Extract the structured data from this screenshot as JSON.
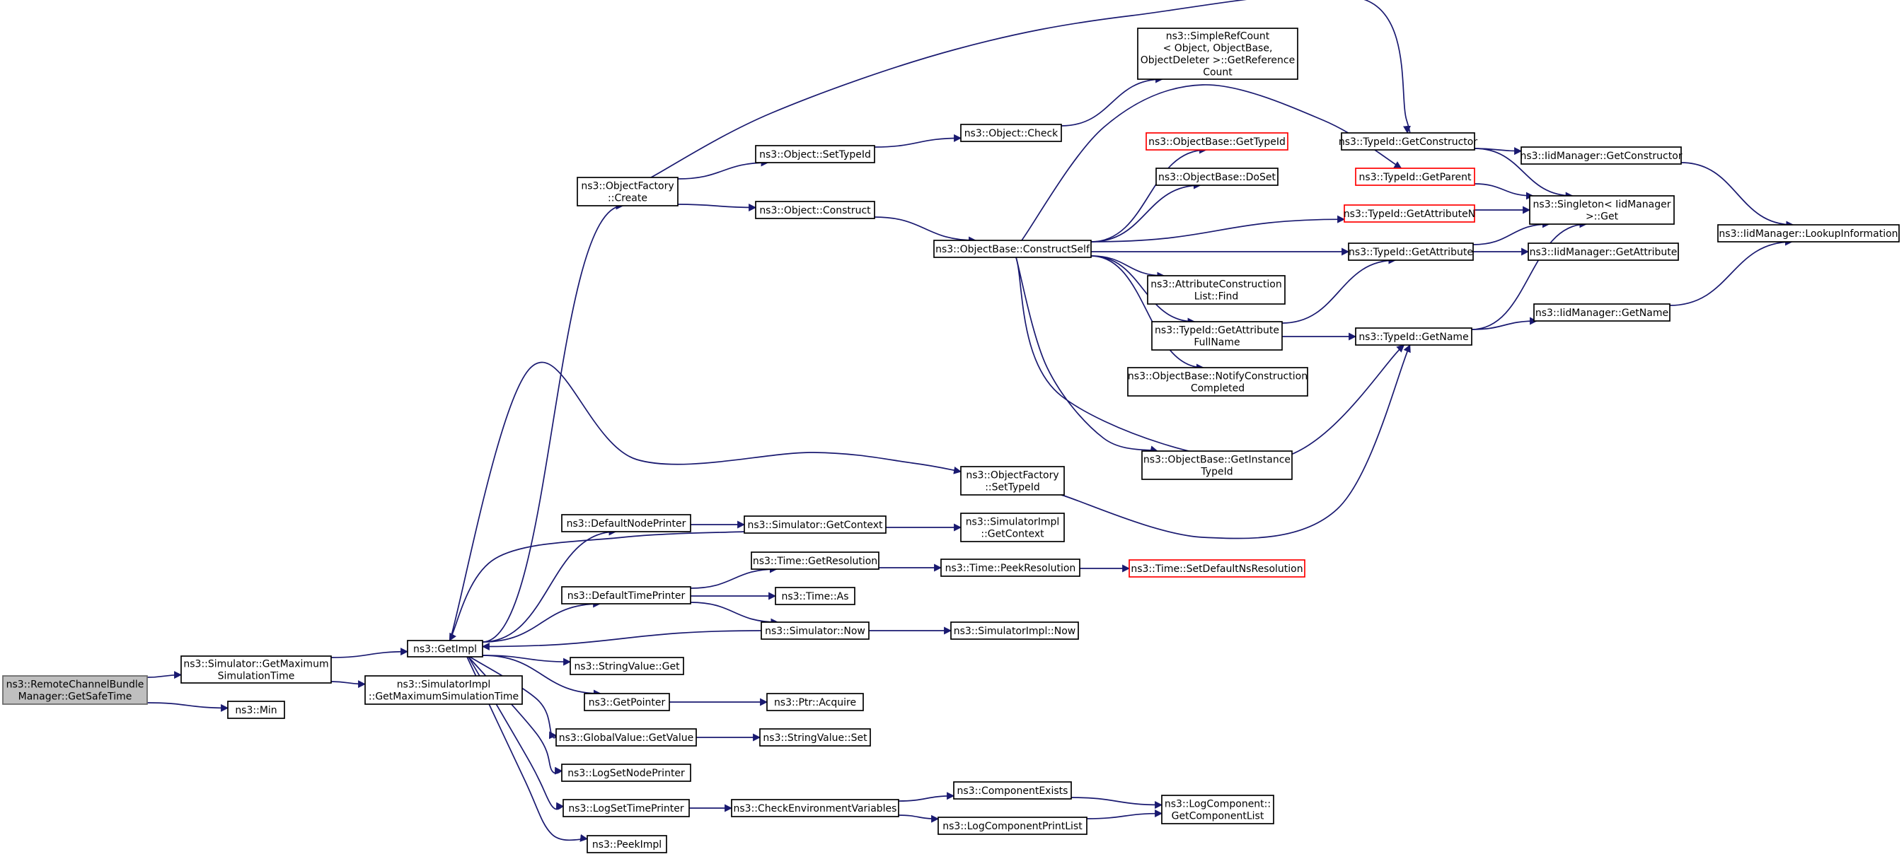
{
  "colors": {
    "edge": "#191970",
    "node_border": "#000000",
    "undocumented_border": "#ff0000",
    "root_fill": "#bfbfbf",
    "root_border": "#666666",
    "background": "#ffffff"
  },
  "nodes": [
    {
      "id": "root",
      "lines": [
        "ns3::RemoteChannelBundle",
        "Manager::GetSafeTime"
      ],
      "style": "root"
    },
    {
      "id": "getmaxsim",
      "lines": [
        "ns3::Simulator::GetMaximum",
        "SimulationTime"
      ],
      "style": "normal"
    },
    {
      "id": "min",
      "lines": [
        "ns3::Min"
      ],
      "style": "normal"
    },
    {
      "id": "getimpl",
      "lines": [
        "ns3::GetImpl"
      ],
      "style": "normal"
    },
    {
      "id": "simimpl_getmax",
      "lines": [
        "ns3::SimulatorImpl",
        "::GetMaximumSimulationTime"
      ],
      "style": "normal"
    },
    {
      "id": "objfactory_create",
      "lines": [
        "ns3::ObjectFactory",
        "::Create"
      ],
      "style": "normal"
    },
    {
      "id": "defaultnodeprinter",
      "lines": [
        "ns3::DefaultNodePrinter"
      ],
      "style": "normal"
    },
    {
      "id": "defaulttimeprinter",
      "lines": [
        "ns3::DefaultTimePrinter"
      ],
      "style": "normal"
    },
    {
      "id": "stringvalue_get",
      "lines": [
        "ns3::StringValue::Get"
      ],
      "style": "normal"
    },
    {
      "id": "getpointer",
      "lines": [
        "ns3::GetPointer"
      ],
      "style": "normal"
    },
    {
      "id": "globalvalue_getvalue",
      "lines": [
        "ns3::GlobalValue::GetValue"
      ],
      "style": "normal"
    },
    {
      "id": "logsetnodeprinter",
      "lines": [
        "ns3::LogSetNodePrinter"
      ],
      "style": "normal"
    },
    {
      "id": "logsettimeprinter",
      "lines": [
        "ns3::LogSetTimePrinter"
      ],
      "style": "normal"
    },
    {
      "id": "peekimpl",
      "lines": [
        "ns3::PeekImpl"
      ],
      "style": "normal"
    },
    {
      "id": "object_settypeid",
      "lines": [
        "ns3::Object::SetTypeId"
      ],
      "style": "normal"
    },
    {
      "id": "object_construct",
      "lines": [
        "ns3::Object::Construct"
      ],
      "style": "normal"
    },
    {
      "id": "sim_getcontext",
      "lines": [
        "ns3::Simulator::GetContext"
      ],
      "style": "normal"
    },
    {
      "id": "time_getresolution",
      "lines": [
        "ns3::Time::GetResolution"
      ],
      "style": "normal"
    },
    {
      "id": "time_as",
      "lines": [
        "ns3::Time::As"
      ],
      "style": "normal"
    },
    {
      "id": "sim_now",
      "lines": [
        "ns3::Simulator::Now"
      ],
      "style": "normal"
    },
    {
      "id": "ptr_acquire",
      "lines": [
        "ns3::Ptr::Acquire"
      ],
      "style": "normal"
    },
    {
      "id": "stringvalue_set",
      "lines": [
        "ns3::StringValue::Set"
      ],
      "style": "normal"
    },
    {
      "id": "checkenv",
      "lines": [
        "ns3::CheckEnvironmentVariables"
      ],
      "style": "normal"
    },
    {
      "id": "object_check",
      "lines": [
        "ns3::Object::Check"
      ],
      "style": "normal"
    },
    {
      "id": "objbase_constructself",
      "lines": [
        "ns3::ObjectBase::ConstructSelf"
      ],
      "style": "normal"
    },
    {
      "id": "objfactory_settypeid",
      "lines": [
        "ns3::ObjectFactory",
        "::SetTypeId"
      ],
      "style": "normal"
    },
    {
      "id": "simimpl_getcontext",
      "lines": [
        "ns3::SimulatorImpl",
        "::GetContext"
      ],
      "style": "normal"
    },
    {
      "id": "time_peekresolution",
      "lines": [
        "ns3::Time::PeekResolution"
      ],
      "style": "normal"
    },
    {
      "id": "simimpl_now",
      "lines": [
        "ns3::SimulatorImpl::Now"
      ],
      "style": "normal"
    },
    {
      "id": "componentexists",
      "lines": [
        "ns3::ComponentExists"
      ],
      "style": "normal"
    },
    {
      "id": "logcomponentprintlist",
      "lines": [
        "ns3::LogComponentPrintList"
      ],
      "style": "normal"
    },
    {
      "id": "simplerefcount",
      "lines": [
        "ns3::SimpleRefCount",
        "< Object, ObjectBase,",
        "ObjectDeleter >::GetReference",
        "Count"
      ],
      "style": "normal"
    },
    {
      "id": "objbase_gettypeid",
      "lines": [
        "ns3::ObjectBase::GetTypeId"
      ],
      "style": "undoc"
    },
    {
      "id": "objbase_doset",
      "lines": [
        "ns3::ObjectBase::DoSet"
      ],
      "style": "normal"
    },
    {
      "id": "attrconstructionlist_find",
      "lines": [
        "ns3::AttributeConstruction",
        "List::Find"
      ],
      "style": "normal"
    },
    {
      "id": "typeid_getattributefullname",
      "lines": [
        "ns3::TypeId::GetAttribute",
        "FullName"
      ],
      "style": "normal"
    },
    {
      "id": "objbase_notifyconstruction",
      "lines": [
        "ns3::ObjectBase::NotifyConstruction",
        "Completed"
      ],
      "style": "normal"
    },
    {
      "id": "objbase_getinstancetypeid",
      "lines": [
        "ns3::ObjectBase::GetInstance",
        "TypeId"
      ],
      "style": "normal"
    },
    {
      "id": "time_setdefaultnsresolution",
      "lines": [
        "ns3::Time::SetDefaultNsResolution"
      ],
      "style": "undoc"
    },
    {
      "id": "logcomponent_getcomponentlist",
      "lines": [
        "ns3::LogComponent::",
        "GetComponentList"
      ],
      "style": "normal"
    },
    {
      "id": "typeid_getconstructor",
      "lines": [
        "ns3::TypeId::GetConstructor"
      ],
      "style": "normal"
    },
    {
      "id": "typeid_getparent",
      "lines": [
        "ns3::TypeId::GetParent"
      ],
      "style": "undoc"
    },
    {
      "id": "typeid_getattributen",
      "lines": [
        "ns3::TypeId::GetAttributeN"
      ],
      "style": "undoc"
    },
    {
      "id": "typeid_getattribute",
      "lines": [
        "ns3::TypeId::GetAttribute"
      ],
      "style": "normal"
    },
    {
      "id": "typeid_getname",
      "lines": [
        "ns3::TypeId::GetName"
      ],
      "style": "normal"
    },
    {
      "id": "iidmanager_getconstructor",
      "lines": [
        "ns3::IidManager::GetConstructor"
      ],
      "style": "normal"
    },
    {
      "id": "singleton_get",
      "lines": [
        "ns3::Singleton< IidManager",
        ">::Get"
      ],
      "style": "normal"
    },
    {
      "id": "iidmanager_getattribute",
      "lines": [
        "ns3::IidManager::GetAttribute"
      ],
      "style": "normal"
    },
    {
      "id": "iidmanager_getname",
      "lines": [
        "ns3::IidManager::GetName"
      ],
      "style": "normal"
    },
    {
      "id": "iidmanager_lookupinformation",
      "lines": [
        "ns3::IidManager::LookupInformation"
      ],
      "style": "normal"
    }
  ],
  "edges": [
    [
      "root",
      "getmaxsim"
    ],
    [
      "root",
      "min"
    ],
    [
      "getmaxsim",
      "getimpl"
    ],
    [
      "getmaxsim",
      "simimpl_getmax"
    ],
    [
      "getimpl",
      "objfactory_create"
    ],
    [
      "getimpl",
      "defaultnodeprinter"
    ],
    [
      "getimpl",
      "defaulttimeprinter"
    ],
    [
      "getimpl",
      "stringvalue_get"
    ],
    [
      "getimpl",
      "getpointer"
    ],
    [
      "getimpl",
      "globalvalue_getvalue"
    ],
    [
      "getimpl",
      "logsetnodeprinter"
    ],
    [
      "getimpl",
      "logsettimeprinter"
    ],
    [
      "getimpl",
      "peekimpl"
    ],
    [
      "getimpl",
      "objfactory_settypeid"
    ],
    [
      "sim_getcontext",
      "getimpl"
    ],
    [
      "sim_now",
      "getimpl"
    ],
    [
      "objfactory_create",
      "object_settypeid"
    ],
    [
      "objfactory_create",
      "object_construct"
    ],
    [
      "objfactory_create",
      "typeid_getconstructor"
    ],
    [
      "object_settypeid",
      "object_check"
    ],
    [
      "object_check",
      "simplerefcount"
    ],
    [
      "object_construct",
      "objbase_constructself"
    ],
    [
      "objbase_constructself",
      "objbase_gettypeid"
    ],
    [
      "objbase_constructself",
      "objbase_doset"
    ],
    [
      "objbase_constructself",
      "attrconstructionlist_find"
    ],
    [
      "objbase_constructself",
      "typeid_getattributefullname"
    ],
    [
      "objbase_constructself",
      "objbase_notifyconstruction"
    ],
    [
      "objbase_constructself",
      "objbase_getinstancetypeid"
    ],
    [
      "objbase_constructself",
      "typeid_getparent"
    ],
    [
      "objbase_constructself",
      "typeid_getattributen"
    ],
    [
      "objbase_constructself",
      "typeid_getattribute"
    ],
    [
      "objbase_constructself",
      "typeid_getname"
    ],
    [
      "typeid_getattributefullname",
      "typeid_getattribute"
    ],
    [
      "typeid_getattributefullname",
      "typeid_getname"
    ],
    [
      "typeid_getconstructor",
      "iidmanager_getconstructor"
    ],
    [
      "typeid_getconstructor",
      "singleton_get"
    ],
    [
      "typeid_getparent",
      "singleton_get"
    ],
    [
      "typeid_getattributen",
      "singleton_get"
    ],
    [
      "typeid_getattribute",
      "singleton_get"
    ],
    [
      "typeid_getattribute",
      "iidmanager_getattribute"
    ],
    [
      "typeid_getname",
      "singleton_get"
    ],
    [
      "typeid_getname",
      "iidmanager_getname"
    ],
    [
      "iidmanager_getconstructor",
      "iidmanager_lookupinformation"
    ],
    [
      "iidmanager_getname",
      "iidmanager_lookupinformation"
    ],
    [
      "objfactory_settypeid",
      "typeid_getname"
    ],
    [
      "defaultnodeprinter",
      "sim_getcontext"
    ],
    [
      "sim_getcontext",
      "simimpl_getcontext"
    ],
    [
      "defaulttimeprinter",
      "time_getresolution"
    ],
    [
      "defaulttimeprinter",
      "time_as"
    ],
    [
      "defaulttimeprinter",
      "sim_now"
    ],
    [
      "time_getresolution",
      "time_peekresolution"
    ],
    [
      "time_peekresolution",
      "time_setdefaultnsresolution"
    ],
    [
      "sim_now",
      "simimpl_now"
    ],
    [
      "getpointer",
      "ptr_acquire"
    ],
    [
      "globalvalue_getvalue",
      "stringvalue_set"
    ],
    [
      "logsettimeprinter",
      "checkenv"
    ],
    [
      "checkenv",
      "componentexists"
    ],
    [
      "checkenv",
      "logcomponentprintlist"
    ],
    [
      "componentexists",
      "logcomponent_getcomponentlist"
    ],
    [
      "logcomponentprintlist",
      "logcomponent_getcomponentlist"
    ]
  ]
}
